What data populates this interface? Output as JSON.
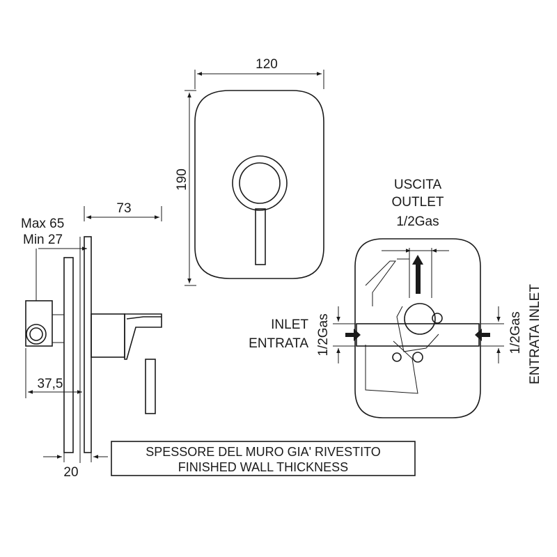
{
  "front_view": {
    "width_label": "120",
    "height_label": "190"
  },
  "side_view": {
    "depth_label": "73",
    "max_label": "Max 65",
    "min_label": "Min 27",
    "body_label": "37,5",
    "plate_label": "20"
  },
  "wall_note": {
    "line1": "SPESSORE DEL MURO GIA' RIVESTITO",
    "line2": "FINISHED WALL THICKNESS"
  },
  "connections": {
    "outlet_it": "USCITA",
    "outlet_en": "OUTLET",
    "outlet_size": "1/2Gas",
    "inlet_left_en": "INLET",
    "inlet_left_it": "ENTRATA",
    "inlet_left_size": "1/2Gas",
    "inlet_right_size": "1/2Gas",
    "inlet_right_label": "ENTRATA INLET"
  }
}
